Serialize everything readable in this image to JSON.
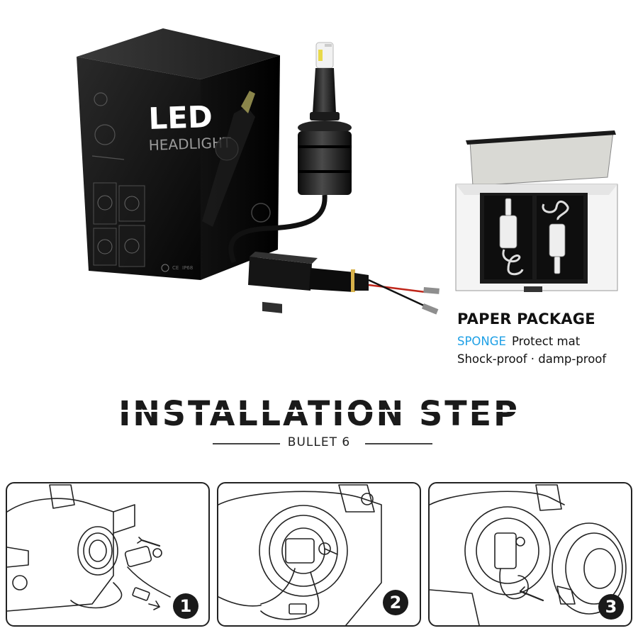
{
  "product_box": {
    "led_label": "LED",
    "headlight_label": "HEADLIGHT"
  },
  "package": {
    "title": "PAPER PACKAGE",
    "line1_accent": "SPONGE",
    "line1_rest": "Protect mat",
    "line2": "Shock-proof · damp-proof",
    "accent_color": "#1ea0e6"
  },
  "installation": {
    "title": "INSTALLATION STEP",
    "subtitle": "BULLET 6",
    "steps": [
      {
        "number": "1"
      },
      {
        "number": "2"
      },
      {
        "number": "3"
      }
    ]
  }
}
